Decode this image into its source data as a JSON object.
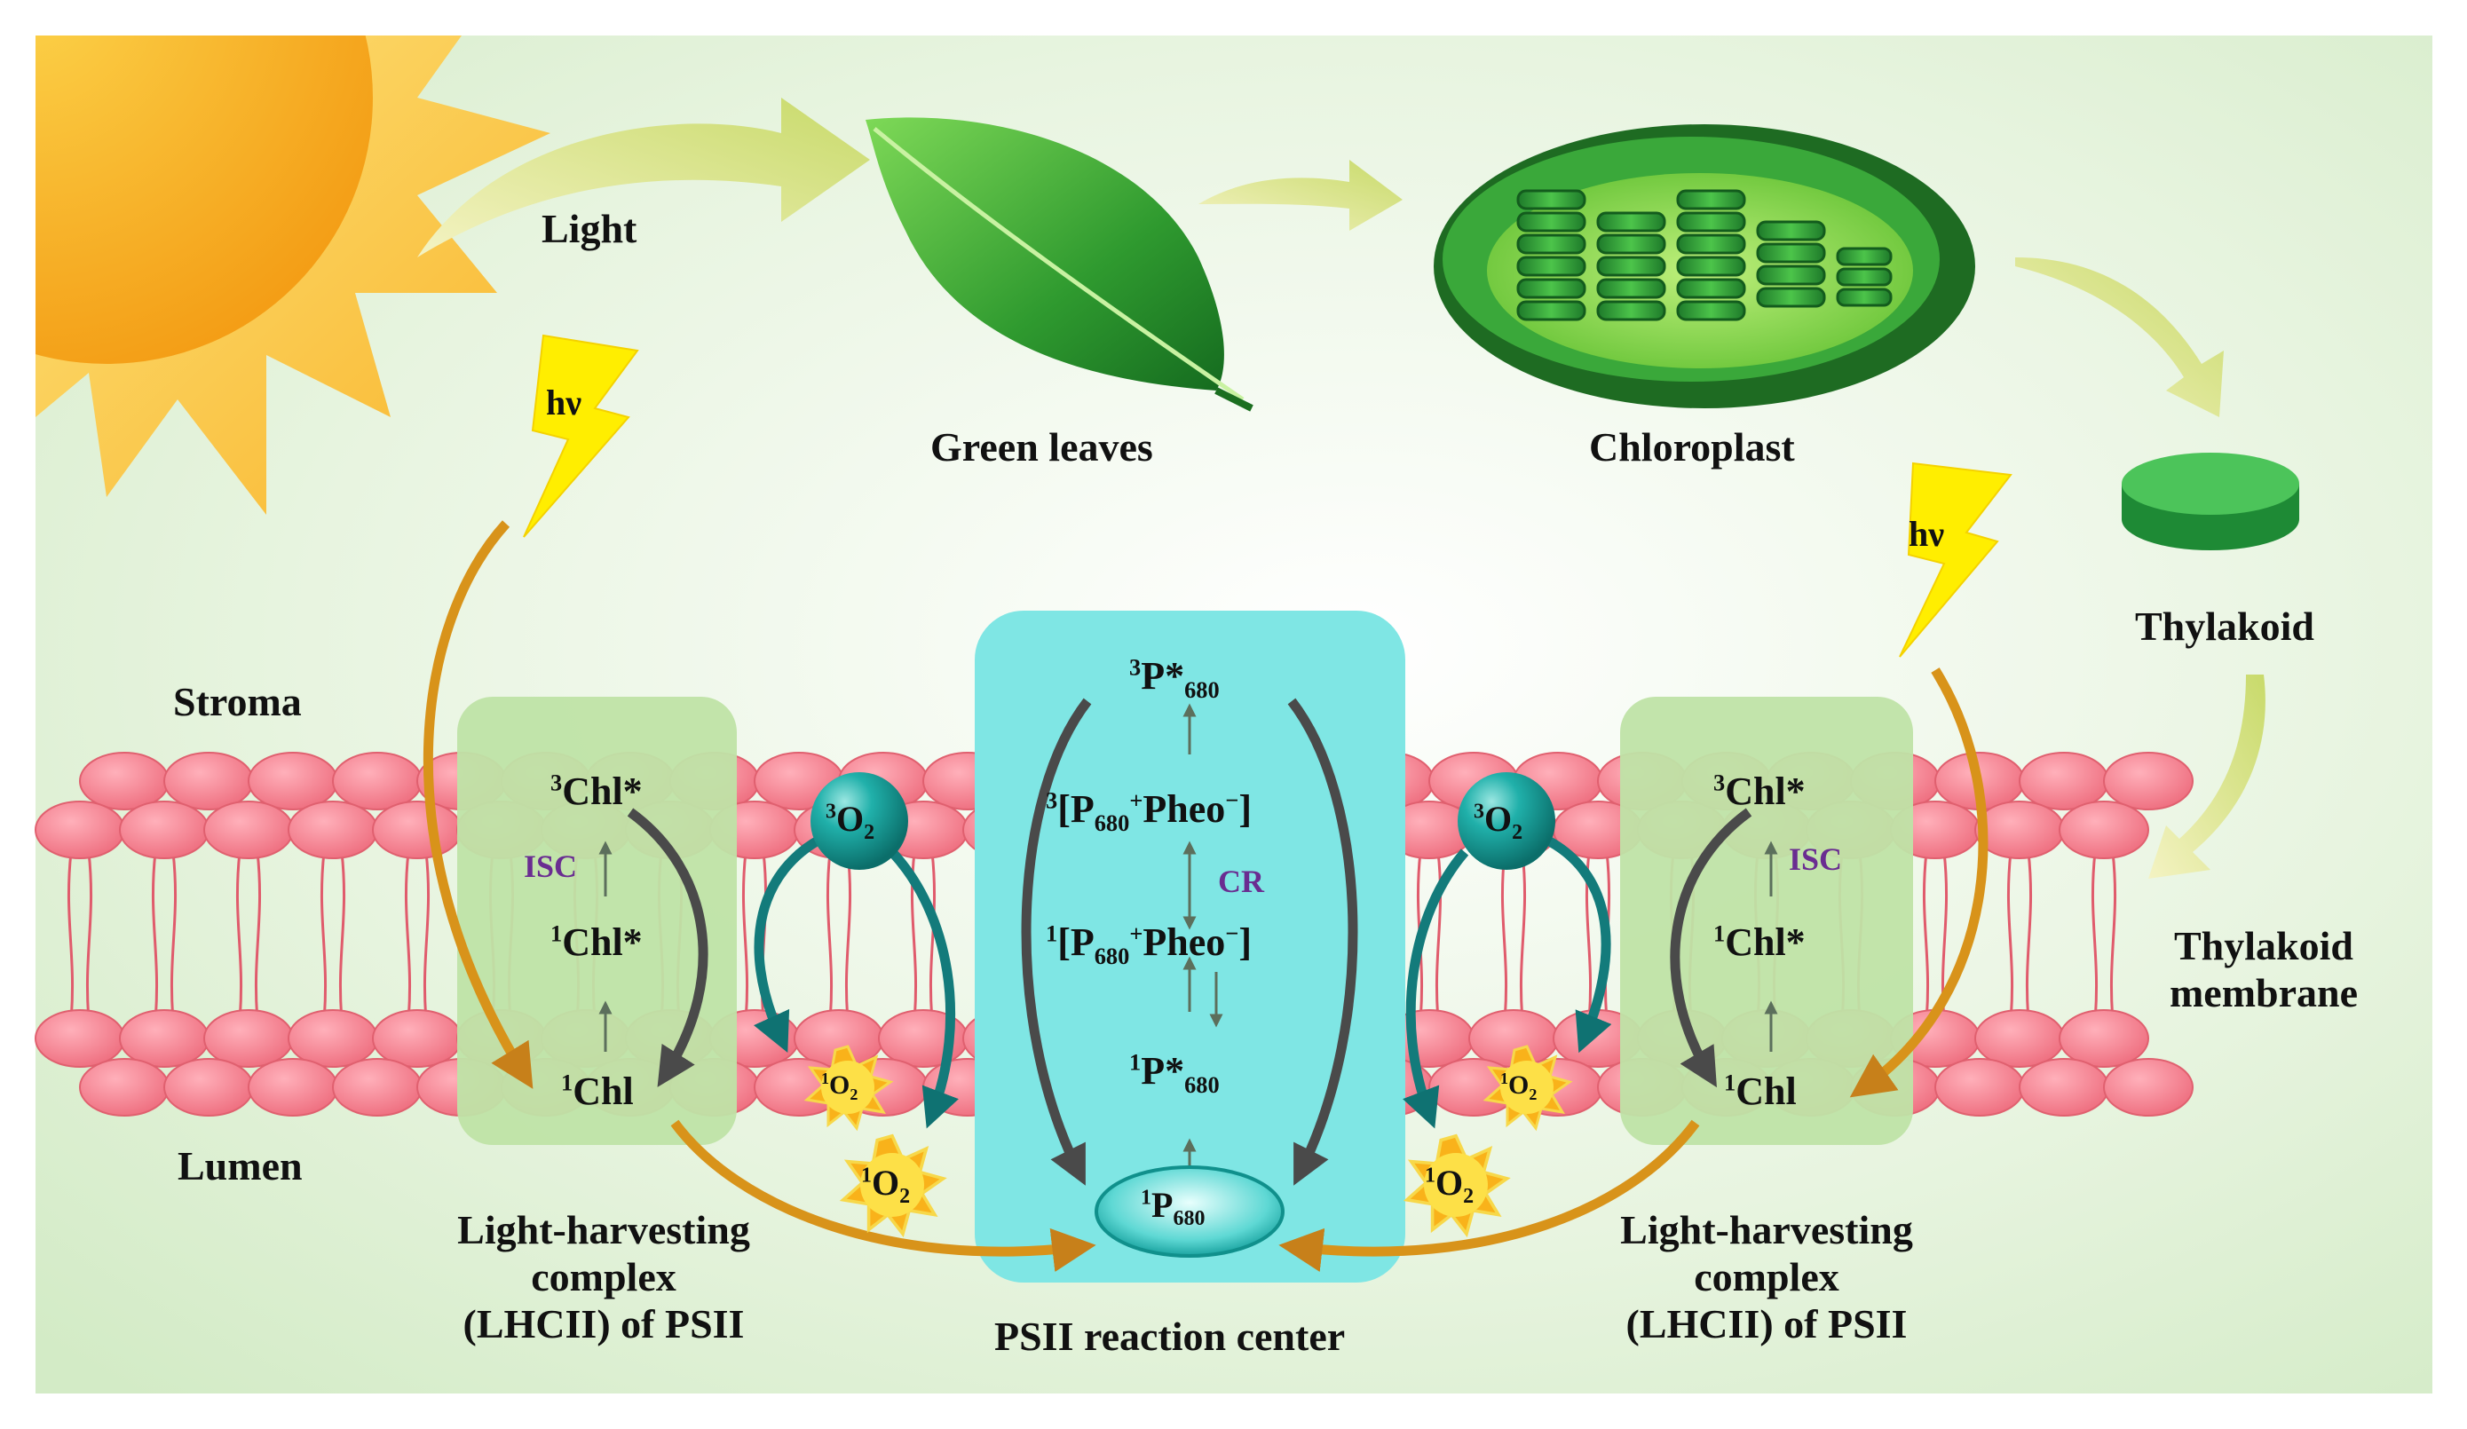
{
  "labels": {
    "light": "Light",
    "green_leaves": "Green leaves",
    "chloroplast": "Chloroplast",
    "thylakoid": "Thylakoid",
    "thylakoid_membrane_1": "Thylakoid",
    "thylakoid_membrane_2": "membrane",
    "stroma": "Stroma",
    "lumen": "Lumen",
    "lhcii_left_1": "Light-harvesting",
    "lhcii_left_2": "complex",
    "lhcii_left_3": "(LHCII) of PSII",
    "lhcii_right_1": "Light-harvesting",
    "lhcii_right_2": "complex",
    "lhcii_right_3": "(LHCII) of PSII",
    "psii_rc": "PSII reaction center",
    "hv": "hν",
    "isc": "ISC",
    "cr": "CR"
  },
  "species": {
    "chl": "Chl",
    "chl_star": "Chl*",
    "o2": "O",
    "o2_sub": "2",
    "p_star": "P*",
    "p_sub": "680",
    "pheo": "Pheo",
    "one": "1",
    "three": "3",
    "plus": "+",
    "minus": "−"
  },
  "colors": {
    "background_top": "#d9f0cf",
    "background_bottom": "#eef7ea",
    "sun": "#fbb21a",
    "membrane_head": "#f58a97",
    "lhcii_box": "#bfe3a6",
    "rc_box": "#78e3e3",
    "o2_ball": "#1aa3a3",
    "gold_arrow": "#d8931a",
    "teal_arrow": "#137b7b",
    "gray_arrow": "#555555",
    "isc_text": "#6a2d91"
  }
}
